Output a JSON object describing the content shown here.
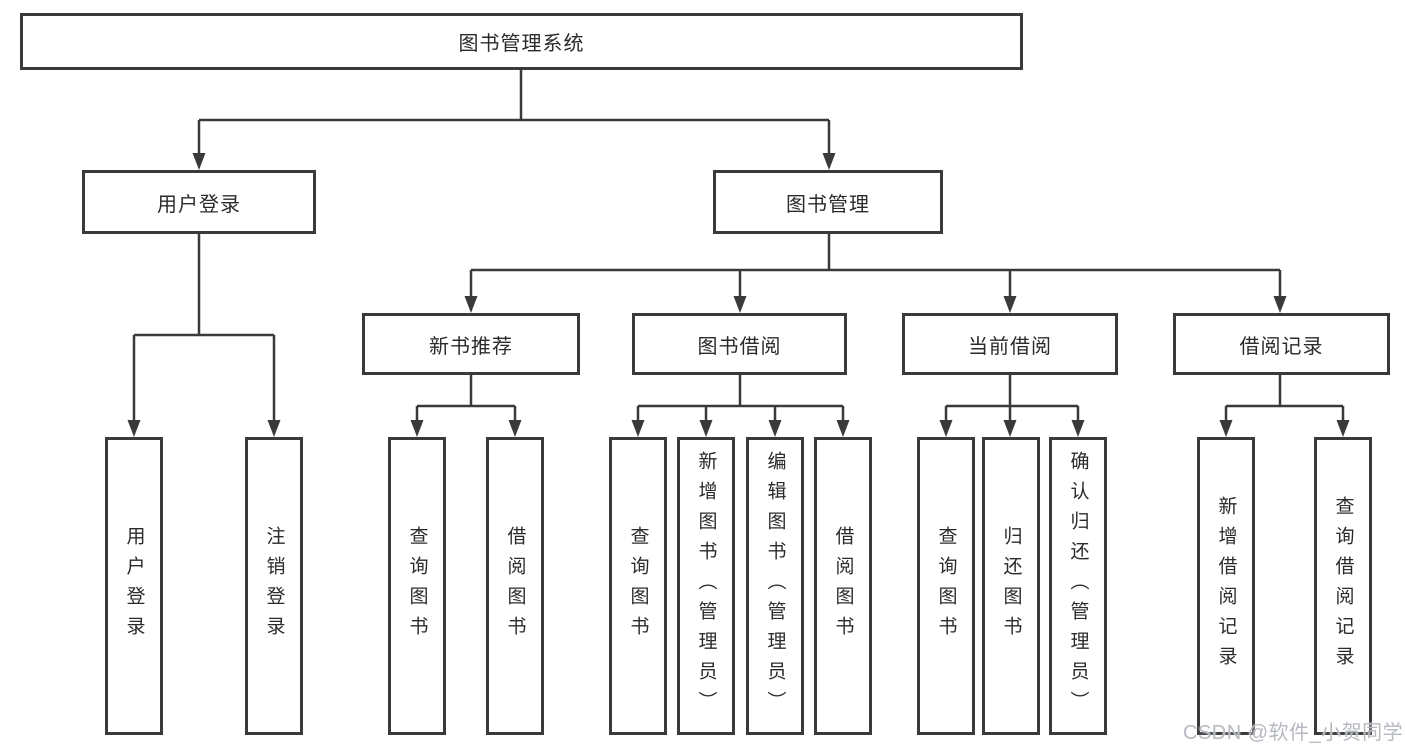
{
  "colors": {
    "line": "#3a3a3a",
    "box_border": "#3a3a3a",
    "text": "#2b2b2b",
    "watermark": "#b5b9c0",
    "background": "#ffffff"
  },
  "watermark": {
    "text": "CSDN @软件_小贺同学"
  },
  "tree": {
    "label": "图书管理系统",
    "children": [
      {
        "label": "用户登录",
        "children": [
          {
            "label": "用户登录"
          },
          {
            "label": "注销登录"
          }
        ]
      },
      {
        "label": "图书管理",
        "children": [
          {
            "label": "新书推荐",
            "children": [
              {
                "label": "查询图书"
              },
              {
                "label": "借阅图书"
              }
            ]
          },
          {
            "label": "图书借阅",
            "children": [
              {
                "label": "查询图书"
              },
              {
                "label": "新增图书（管理员）"
              },
              {
                "label": "编辑图书（管理员）"
              },
              {
                "label": "借阅图书"
              }
            ]
          },
          {
            "label": "当前借阅",
            "children": [
              {
                "label": "查询图书"
              },
              {
                "label": "归还图书"
              },
              {
                "label": "确认归还（管理员）"
              }
            ]
          },
          {
            "label": "借阅记录",
            "children": [
              {
                "label": "新增借阅记录"
              },
              {
                "label": "查询借阅记录"
              }
            ]
          }
        ]
      }
    ]
  }
}
